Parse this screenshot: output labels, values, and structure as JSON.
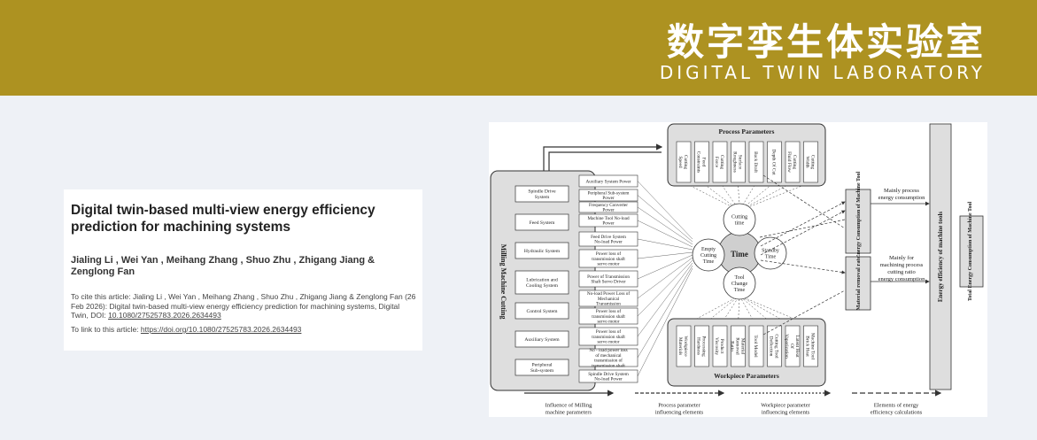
{
  "banner": {
    "title_cn": "数字孪生体实验室",
    "title_en": "DIGITAL TWIN LABORATORY",
    "bg_color": "#ad9221"
  },
  "paper": {
    "title": "Digital twin-based multi-view energy efficiency prediction for machining systems",
    "authors": "Jialing Li , Wei Yan , Meihang Zhang , Shuo Zhu , Zhigang Jiang & Zenglong Fan",
    "cite_label": "To cite this article:",
    "cite_text": "Jialing Li , Wei Yan , Meihang Zhang , Shuo Zhu , Zhigang Jiang & Zenglong Fan (26 Feb 2026): Digital twin-based multi-view energy efficiency prediction for machining systems, Digital Twin, DOI:",
    "doi": "10.1080/27525783.2026.2634493",
    "link_label": "To link to this article:",
    "link_url": "https://doi.org/10.1080/27525783.2026.2634493"
  },
  "diagram": {
    "milling_label": "Milling Machine Cutting",
    "subsystems": [
      "Spindle Drive System",
      "Feed System",
      "Hydraulic System",
      "Lubrication and Cooling System",
      "Control System",
      "Auxiliary System",
      "Peripheral Sub-system"
    ],
    "powers": [
      "Auxiliary System Power",
      "Peripheral Sub-system Power",
      "Frequency Converter Power",
      "Machine Tool No-load Power",
      "Feed Drive System No-load Power",
      "Power loss of transmission shaft servo motor",
      "Power of Transmission Shaft Servo Driver",
      "No-load Power Loss of Mechanical Transmission",
      "Power loss of transmission shaft servo motor",
      "Power loss of transmission shaft servo motor",
      "No - load power loss of mechanical transmission of transmission shaft",
      "Spindle Drive System No-load Power"
    ],
    "process_title": "Process Parameters",
    "process_params": [
      "Cutting Speed",
      "Feed Constraints",
      "Cutting Force",
      "Surface Roughness",
      "Back Draft",
      "Depth Of Cut",
      "Cutting Fluid Flow",
      "Cutting Width"
    ],
    "workpiece_title": "Workpiece Parameters",
    "workpiece_params": [
      "Workpiece Materials",
      "Processing Hardness",
      "Product Viscosity",
      "Material Removal Ratio",
      "Tool Model",
      "Cutting Tool Deflection",
      "Latent Heat Of Vaporization",
      "Machine Tool Brick Heat"
    ],
    "time_center": "Time",
    "time_nodes": [
      "Cutting time",
      "Empty Cutting Time",
      "Standby Time",
      "Tool Change Time"
    ],
    "energy_box1": "Total Energy Consumption of Machine Tool",
    "energy_box2": "Material removal rate",
    "note1": "Mainly process energy consumption",
    "note2": "Mainly for machining process cutting ratio energy consumption",
    "efficiency_box": "Energy efficiency of machine tools",
    "total_box": "Total Energy Consumption of Machine Tool",
    "legend": [
      "Influence of Milling machine parameters",
      "Process parameter influencing elements",
      "Workpiece parameter influencing elements",
      "Elements of energy efficiency calculations"
    ]
  }
}
